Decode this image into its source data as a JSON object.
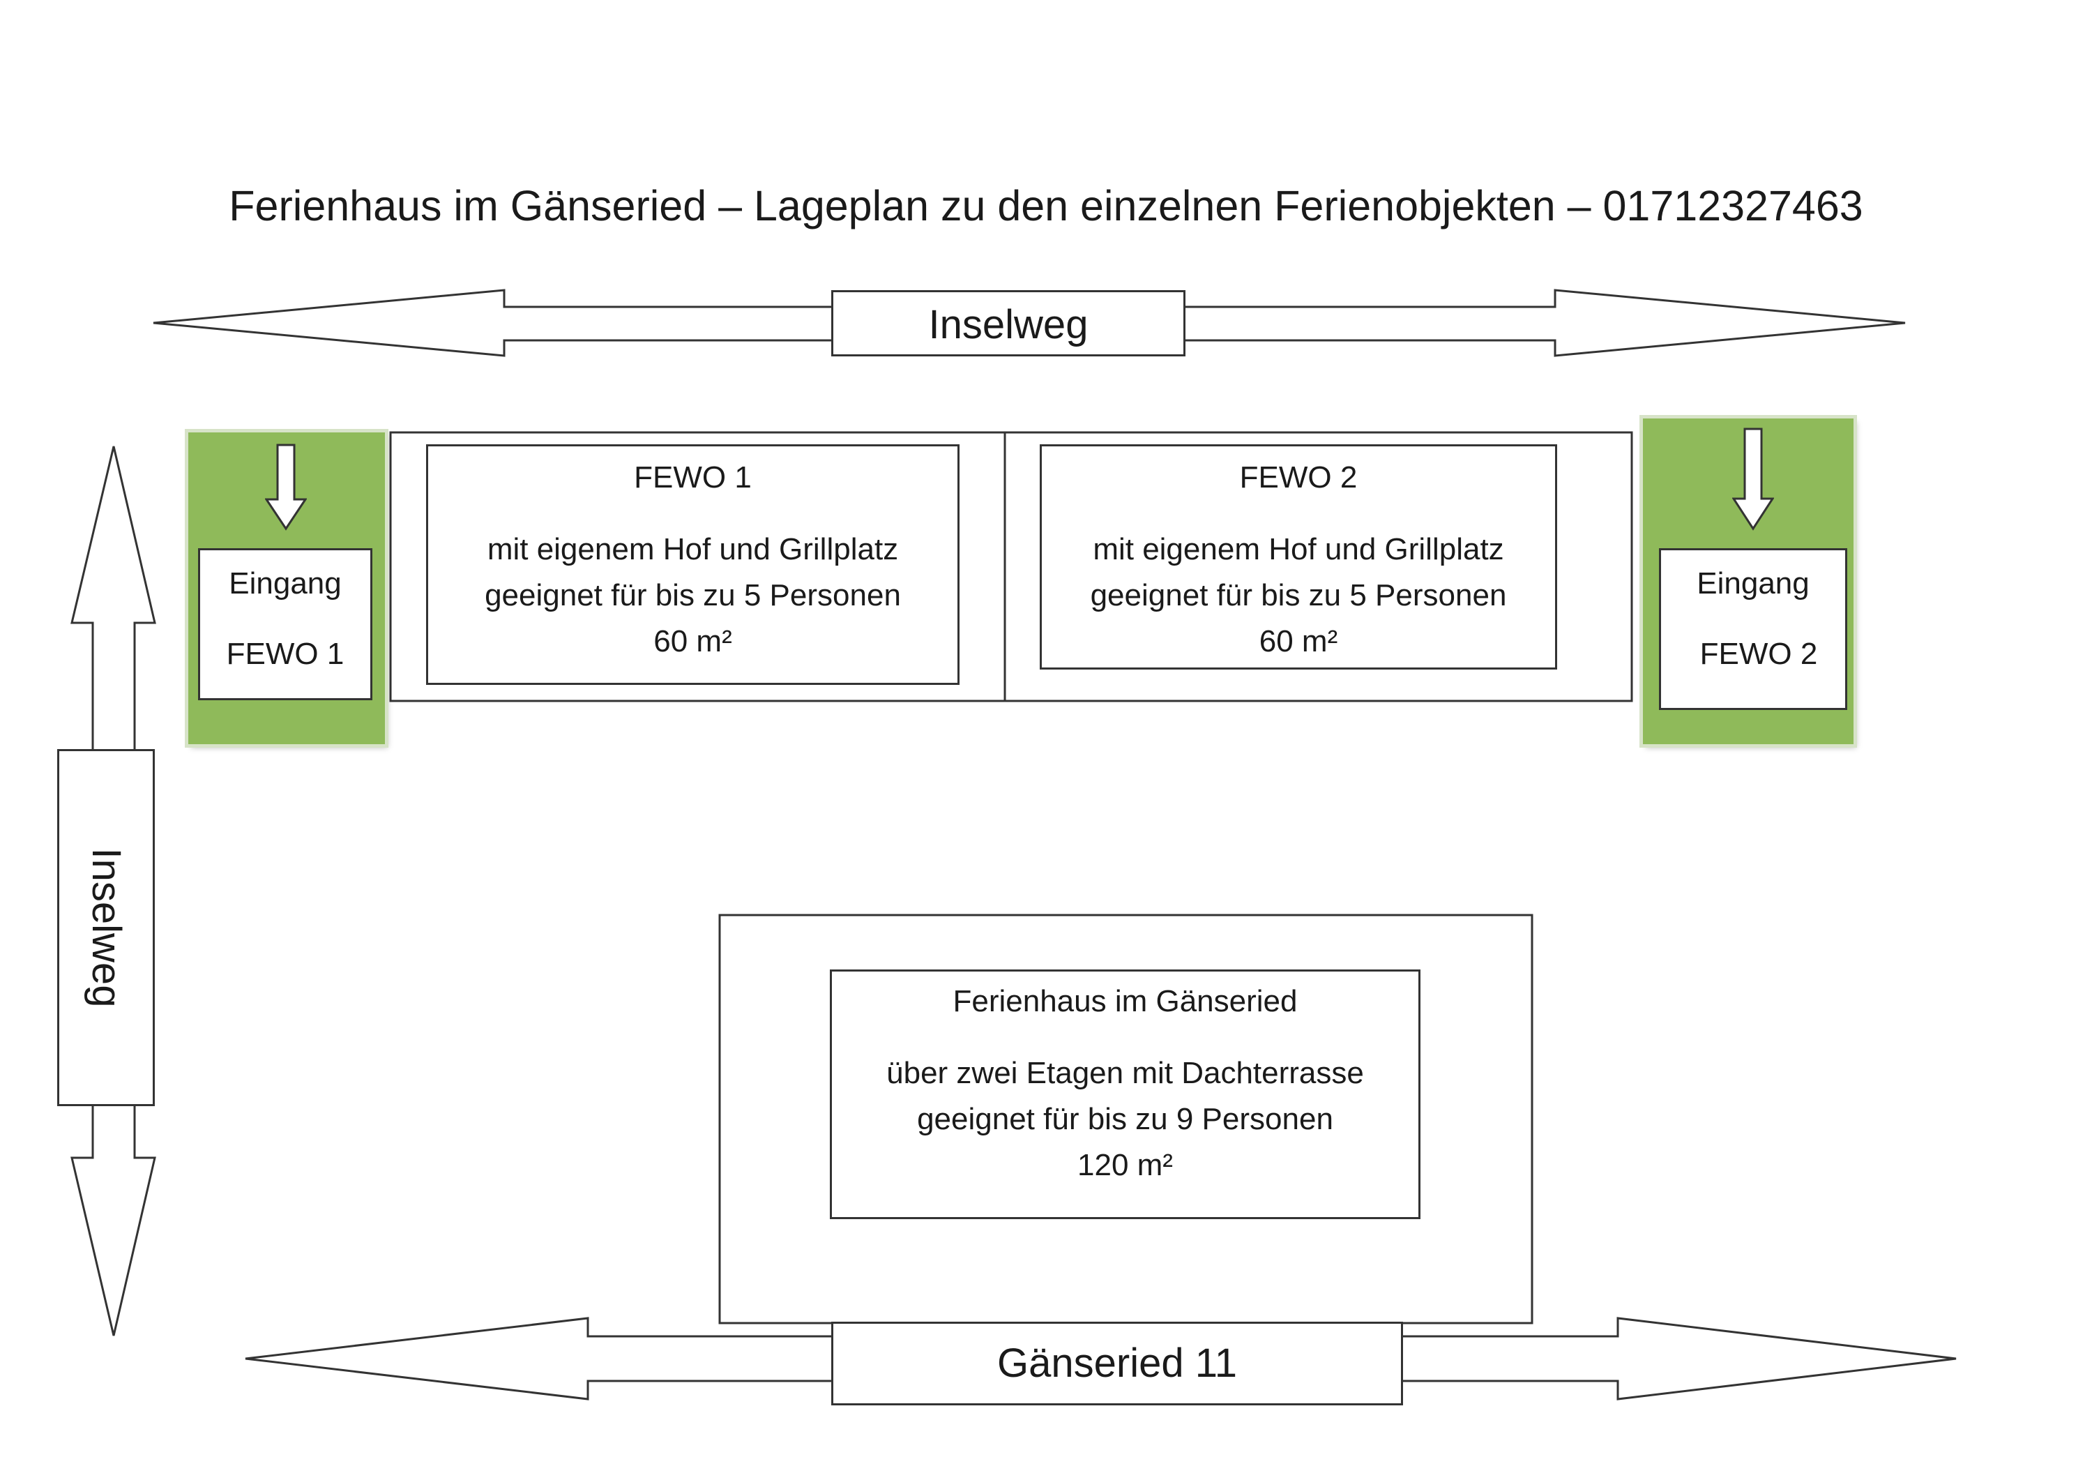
{
  "title": "Ferienhaus im Gänseried – Lageplan zu den einzelnen Ferienobjekten – 01712327463",
  "roads": {
    "top": "Inselweg",
    "left": "Inselweg",
    "bottom": "Gänseried 11"
  },
  "entrances": [
    {
      "line1": "Eingang",
      "line2": "FEWO 1"
    },
    {
      "line1": "Eingang",
      "line2": "FEWO 2"
    }
  ],
  "units": [
    {
      "name": "FEWO 1",
      "line1": "mit eigenem Hof und Grillplatz",
      "line2": "geeignet für bis zu 5 Personen",
      "line3": "60 m²"
    },
    {
      "name": "FEWO 2",
      "line1": "mit eigenem Hof und Grillplatz",
      "line2": "geeignet für bis zu 5 Personen",
      "line3": "60 m²"
    }
  ],
  "house": {
    "name": "Ferienhaus im Gänseried",
    "line1": "über zwei Etagen mit Dachterrasse",
    "line2": "geeignet für bis zu 9 Personen",
    "line3": "120 m²"
  },
  "colors": {
    "entrance_green": "#8fba5a",
    "line": "#333333"
  }
}
